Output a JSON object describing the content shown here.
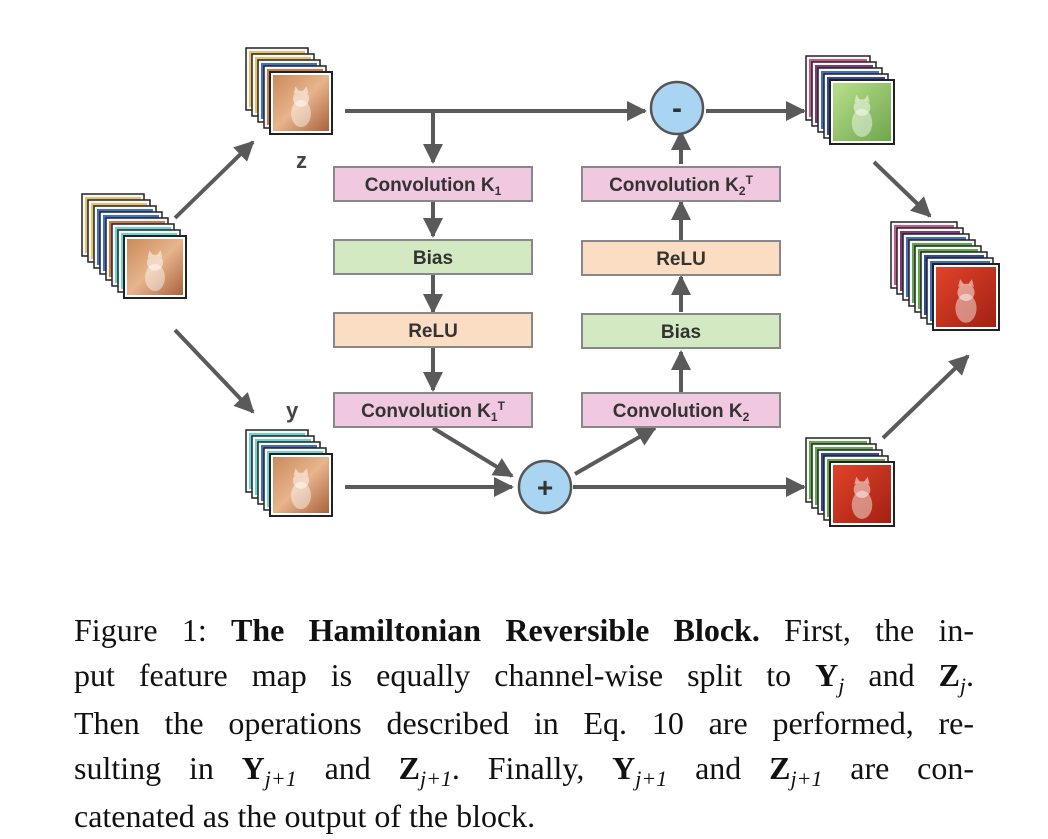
{
  "diagram": {
    "labels": {
      "z": "z",
      "y": "y"
    },
    "ops": {
      "minus": "-",
      "plus": "+"
    },
    "left_branch": [
      {
        "name": "Convolution K",
        "sub": "1",
        "sup": "",
        "color": "#f0c8e0"
      },
      {
        "name": "Bias",
        "sub": "",
        "sup": "",
        "color": "#d3e9c2"
      },
      {
        "name": "ReLU",
        "sub": "",
        "sup": "",
        "color": "#fbddc4"
      },
      {
        "name": "Convolution K",
        "sub": "1",
        "sup": "T",
        "color": "#f0c8e0"
      }
    ],
    "right_branch": [
      {
        "name": "Convolution K",
        "sub": "2",
        "sup": "T",
        "color": "#f0c8e0"
      },
      {
        "name": "ReLU",
        "sub": "",
        "sup": "",
        "color": "#fbddc4"
      },
      {
        "name": "Bias",
        "sub": "",
        "sup": "",
        "color": "#d3e9c2"
      },
      {
        "name": "Convolution K",
        "sub": "2",
        "sup": "",
        "color": "#f0c8e0"
      }
    ],
    "colors": {
      "arrow": "#5a5a5a",
      "op_fill": "#a9d4f2",
      "op_stroke": "#555555",
      "box_stroke": "#888888"
    }
  },
  "caption": {
    "figure_label": "Figure 1:",
    "title": "The Hamiltonian Reversible Block.",
    "line1_rest": "First, the in-",
    "line2_a": "put feature map is equally channel-wise split to",
    "Y": "Y",
    "Z": "Z",
    "and": "and",
    "sub_j": "j",
    "sub_j1": "j+1",
    "period": ".",
    "line3": "Then the operations described in Eq. 10 are performed, re-",
    "line4_a": "sulting in",
    "line4_b": ". Finally,",
    "line4_c": "are con-",
    "line5": "catenated as the output of the block."
  }
}
